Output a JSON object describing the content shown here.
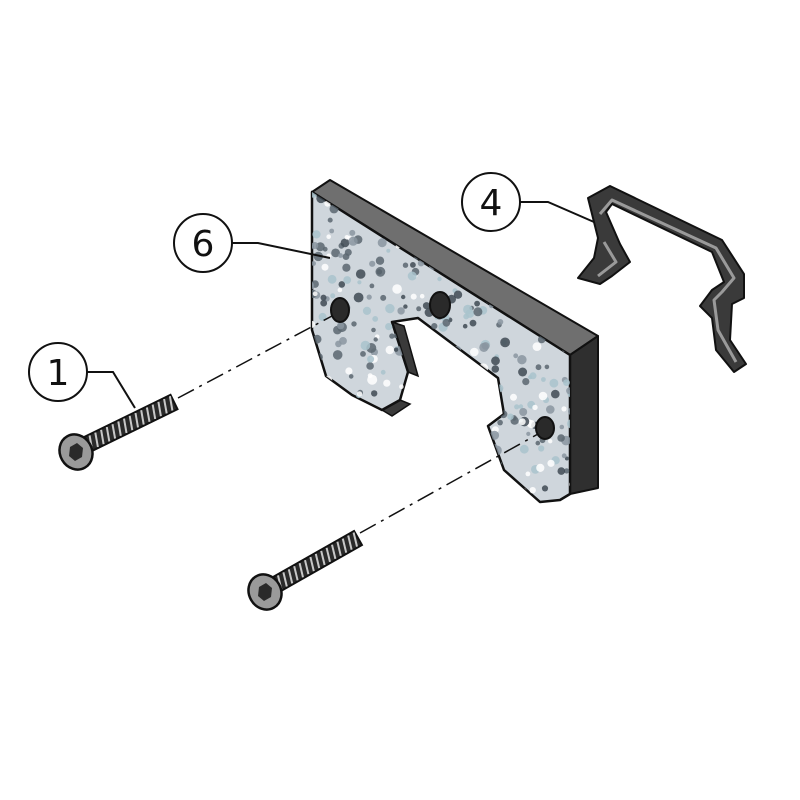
{
  "callouts": [
    {
      "id": "screw",
      "label": "1"
    },
    {
      "id": "clip",
      "label": "4"
    },
    {
      "id": "plate",
      "label": "6"
    }
  ],
  "colors": {
    "outline": "#111111",
    "plate_face": "#cfd6dc",
    "plate_edge": "#4a4a4a",
    "plate_top": "#7a7a7a",
    "clip_dark": "#3a3a3a",
    "clip_light": "#8a8a8a",
    "screw_dark": "#2a2a2a",
    "screw_light": "#bdbdbd",
    "speckle_colors": [
      "#5b6670",
      "#8a95a0",
      "#ffffff",
      "#a9c3cc",
      "#3f4a54"
    ]
  }
}
